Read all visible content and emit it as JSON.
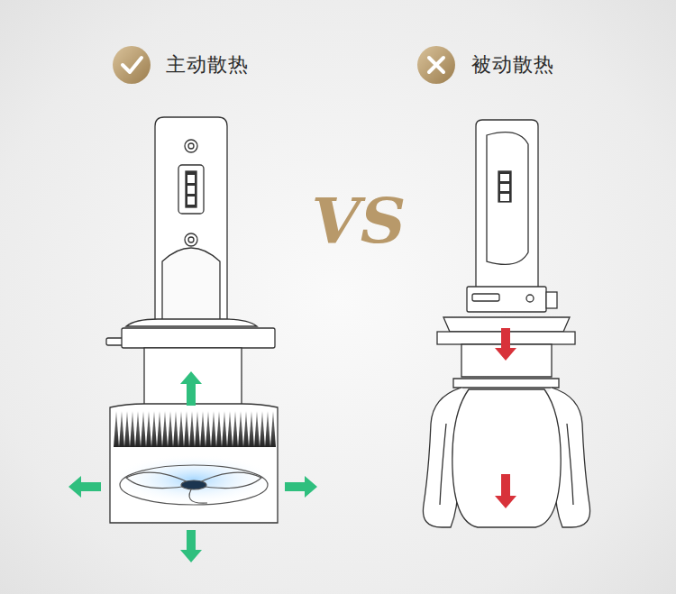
{
  "diagram": {
    "labels": [
      "主动散热",
      "被动散热",
      "VS"
    ]
  }
}
